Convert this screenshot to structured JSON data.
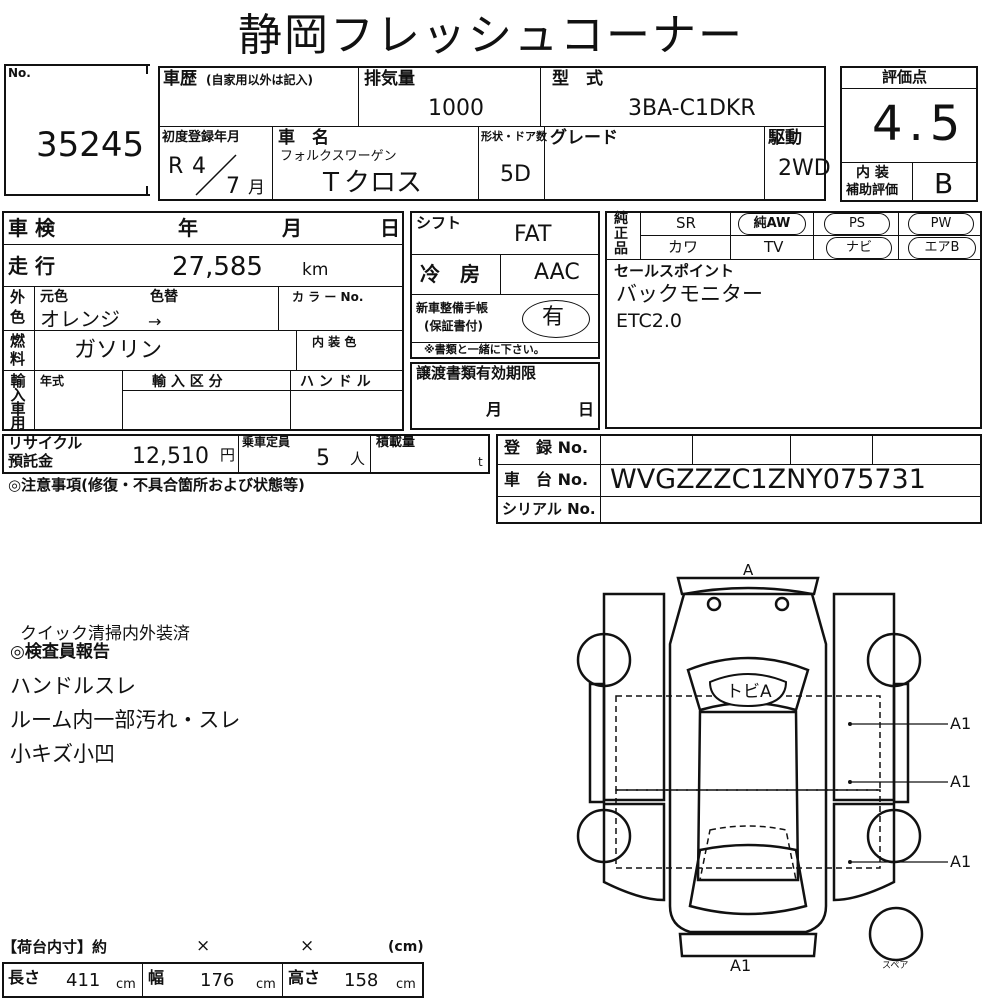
{
  "title": "静岡フレッシュコーナー",
  "lot": {
    "label": "No.",
    "number": "35245"
  },
  "history": {
    "label": "車歴",
    "note": "(自家用以外は記入)"
  },
  "displacement": {
    "label": "排気量",
    "value": "1000"
  },
  "model": {
    "label": "型　式",
    "value": "3BA-C1DKR"
  },
  "score": {
    "label": "評価点",
    "value": "4.5",
    "interior_label_1": "内 装",
    "interior_label_2": "補助評価",
    "interior_value": "B"
  },
  "first_reg": {
    "label": "初度登録年月",
    "era": "R",
    "year": "4",
    "month": "7",
    "month_unit": "月"
  },
  "car_name": {
    "label": "車　名",
    "maker": "フォルクスワーゲン",
    "name": "Ｔクロス"
  },
  "body": {
    "label": "形状・ドア数",
    "value": "5D"
  },
  "grade": {
    "label": "グレード"
  },
  "drive": {
    "label": "駆動",
    "value": "2WD"
  },
  "inspection": {
    "label": "車 検",
    "y": "年",
    "m": "月",
    "d": "日"
  },
  "mileage": {
    "label": "走 行",
    "value": "27,585",
    "unit": "km"
  },
  "color": {
    "label_1": "外",
    "label_2": "色",
    "orig_label": "元色",
    "change_label": "色替",
    "code_label": "カ ラ ー No.",
    "value": "オレンジ",
    "arrow": "→"
  },
  "fuel": {
    "label_1": "燃",
    "label_2": "料",
    "value": "ガソリン",
    "interior_color_label": "内 装 色"
  },
  "import": {
    "label_chars": [
      "輸",
      "入",
      "車",
      "用"
    ],
    "year_label": "年式",
    "class_label": "輸 入 区 分",
    "handle_label": "ハ ン ド ル"
  },
  "shift": {
    "label": "シフト",
    "value": "FAT"
  },
  "ac": {
    "label": "冷　房",
    "value": "AAC"
  },
  "manual": {
    "label_1": "新車整備手帳",
    "label_2": "(保証書付)",
    "value": "有",
    "note": "※書類と一緒に下さい。"
  },
  "transfer": {
    "label": "譲渡書類有効期限",
    "m": "月",
    "d": "日"
  },
  "options": {
    "label_chars": [
      "純",
      "正",
      "品"
    ],
    "row1": [
      "SR",
      "純AW",
      "PS",
      "PW"
    ],
    "row2": [
      "カワ",
      "TV",
      "ナビ",
      "エアB"
    ]
  },
  "selling_points": {
    "label": "セールスポイント",
    "lines": [
      "バックモニター",
      "ETC2.0"
    ]
  },
  "recycle": {
    "label_1": "リサイクル",
    "label_2": "預託金",
    "value": "12,510",
    "unit": "円"
  },
  "capacity": {
    "label": "乗車定員",
    "value": "5",
    "unit": "人"
  },
  "load": {
    "label": "積載量",
    "unit": "t"
  },
  "registration": {
    "label": "登　録 No."
  },
  "chassis": {
    "label": "車　台 No.",
    "value": "WVGZZZC1ZNY075731"
  },
  "serial": {
    "label": "シリアル No."
  },
  "notes": {
    "label": "◎注意事項(修復・不具合箇所および状態等)"
  },
  "cleaning": "クイック清掃内外装済",
  "inspector": {
    "label": "◎検査員報告",
    "lines": [
      "ハンドルスレ",
      "ルーム内一部汚れ・スレ",
      "小キズ小凹"
    ]
  },
  "diagram": {
    "top": "A",
    "roof": "トビA",
    "marks": [
      "A1",
      "A1",
      "A1"
    ],
    "bottom": "A1",
    "spare": "スペア"
  },
  "cargo": {
    "label": "【荷台内寸】約",
    "x1": "×",
    "x2": "×",
    "unit": "(cm)",
    "length_label": "長さ",
    "length": "411",
    "width_label": "幅",
    "width": "176",
    "height_label": "高さ",
    "height": "158",
    "cm": "cm"
  }
}
